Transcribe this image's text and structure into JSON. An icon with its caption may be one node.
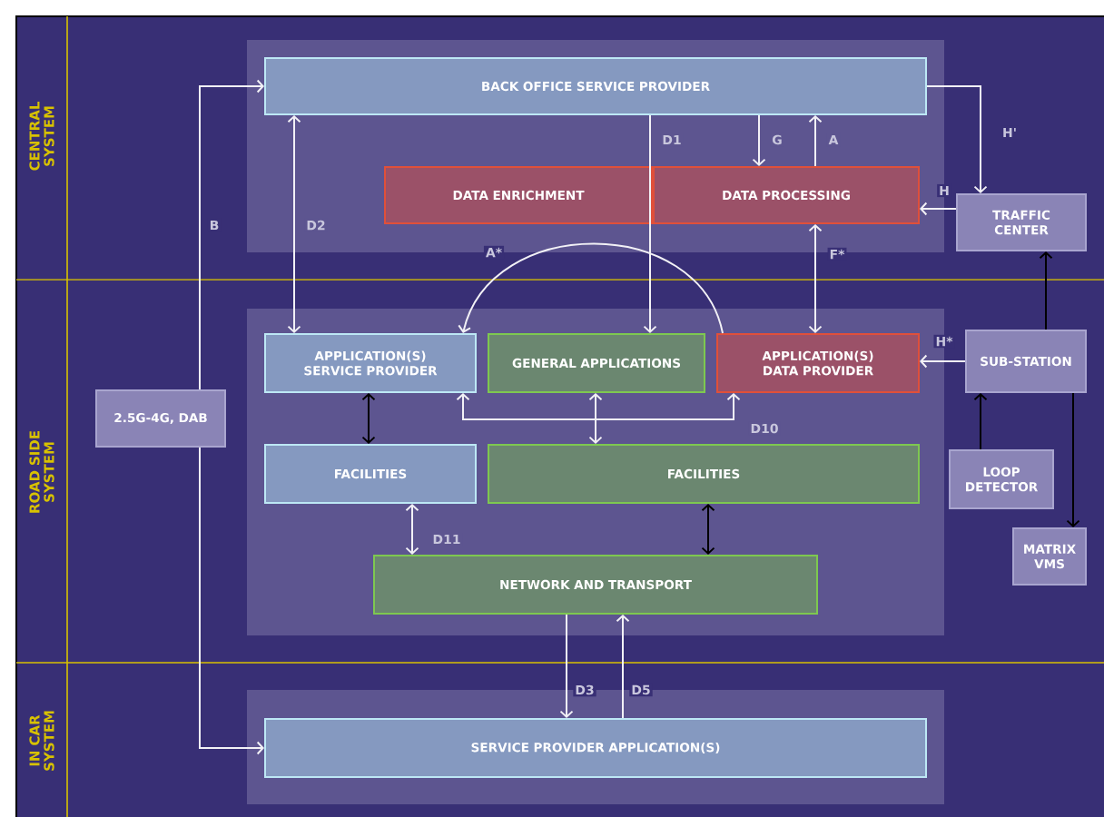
{
  "diagram": {
    "nodes": [
      {
        "text": [
          "BACK OFFICE SERVICE PROVIDER"
        ]
      },
      {
        "text": [
          "DATA ENRICHMENT"
        ]
      },
      {
        "text": [
          "DATA PROCESSING"
        ]
      },
      {
        "text": [
          "TRAFFIC CENTER"
        ]
      },
      {
        "text": [
          "APPLICATION(S) SERVICE PROVIDER"
        ]
      },
      {
        "text": [
          "GENERAL APPLICATIONS"
        ]
      },
      {
        "text": [
          "APPLICATION(S) DATA PROVIDER"
        ]
      },
      {
        "text": [
          "SUB-STATION"
        ]
      },
      {
        "text": [
          "2.5G-4G, DAB"
        ]
      },
      {
        "text": [
          "FACILITIES"
        ]
      },
      {
        "text": [
          "FACILITIES"
        ]
      },
      {
        "text": [
          "LOOP DETECTOR"
        ]
      },
      {
        "text": [
          "MATRIX VMS"
        ]
      },
      {
        "text": [
          "NETWORK AND TRANSPORT"
        ]
      },
      {
        "text": [
          "SERVICE PROVIDER APPLICATION(S)"
        ]
      }
    ],
    "edges": [
      {
        "from": 8,
        "to": 0,
        "arrow": "to",
        "label": "B"
      },
      {
        "from": 8,
        "to": 14,
        "arrow": "to"
      },
      {
        "from": 4,
        "to": 0,
        "arrow": "both",
        "label": "D2"
      },
      {
        "from": 0,
        "to": 5,
        "arrow": "to",
        "label": "D1"
      },
      {
        "from": 0,
        "to": 2,
        "arrow": "to",
        "label": "G"
      },
      {
        "from": 2,
        "to": 0,
        "arrow": "to",
        "label": "A"
      },
      {
        "from": 0,
        "to": 3,
        "arrow": "to",
        "label": "H'"
      },
      {
        "from": 3,
        "to": 2,
        "arrow": "to",
        "label": "H"
      },
      {
        "from": 6,
        "to": 2,
        "arrow": "both",
        "label": "F*"
      },
      {
        "from": 6,
        "to": 4,
        "arrow": "to",
        "label": "A*"
      },
      {
        "from": 7,
        "to": 6,
        "arrow": "to",
        "label": "H*"
      },
      {
        "from": 7,
        "to": 3,
        "arrow": "to",
        "color": "#000000"
      },
      {
        "from": 11,
        "to": 7,
        "arrow": "to",
        "color": "#000000"
      },
      {
        "from": 7,
        "to": 12,
        "arrow": "to",
        "color": "#000000"
      },
      {
        "from": 4,
        "to": 9,
        "arrow": "both",
        "color": "#000000"
      },
      {
        "from": 4,
        "to": 6,
        "arrow": "both",
        "label": "D10"
      },
      {
        "from": 5,
        "to": 10,
        "arrow": "both"
      },
      {
        "from": 10,
        "to": 13,
        "arrow": "both",
        "color": "#000000"
      },
      {
        "from": 9,
        "to": 13,
        "arrow": "both",
        "label": "D11"
      },
      {
        "from": 13,
        "to": 14,
        "arrow": "to",
        "label": "D3"
      },
      {
        "from": 14,
        "to": 13,
        "arrow": "to",
        "label": "D5"
      }
    ],
    "labels": [
      "CENTRAL SYSTEM",
      "ROAD SIDE SYSTEM",
      "IN CAR SYSTEM"
    ]
  }
}
